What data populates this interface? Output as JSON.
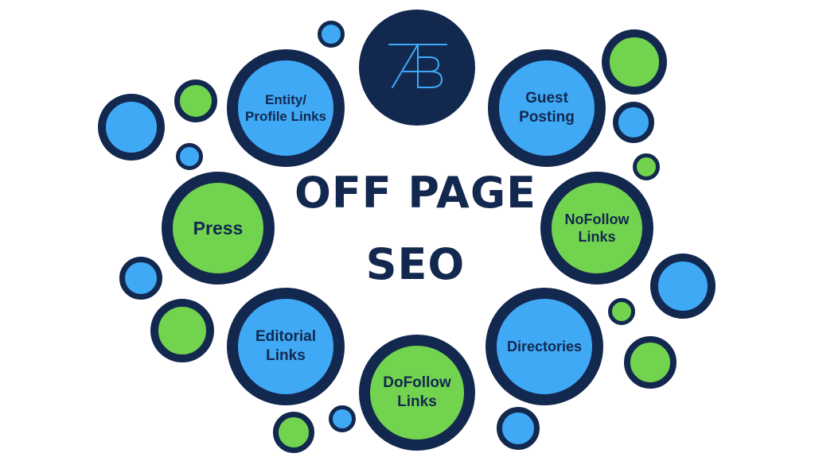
{
  "colors": {
    "navy": "#13284f",
    "blue": "#3fa9f5",
    "green": "#72d34f",
    "background": "#ffffff"
  },
  "logo": {
    "text": "AB"
  },
  "title": {
    "line1": "OFF PAGE",
    "line2": "SEO"
  },
  "nodes": {
    "entity": {
      "line1": "Entity/",
      "line2": "Profile Links"
    },
    "guest": {
      "line1": "Guest",
      "line2": "Posting"
    },
    "press": {
      "line1": "Press"
    },
    "nofollow": {
      "line1": "NoFollow",
      "line2": "Links"
    },
    "editorial": {
      "line1": "Editorial",
      "line2": "Links"
    },
    "directories": {
      "line1": "Directories"
    },
    "dofollow": {
      "line1": "DoFollow",
      "line2": "Links"
    }
  }
}
